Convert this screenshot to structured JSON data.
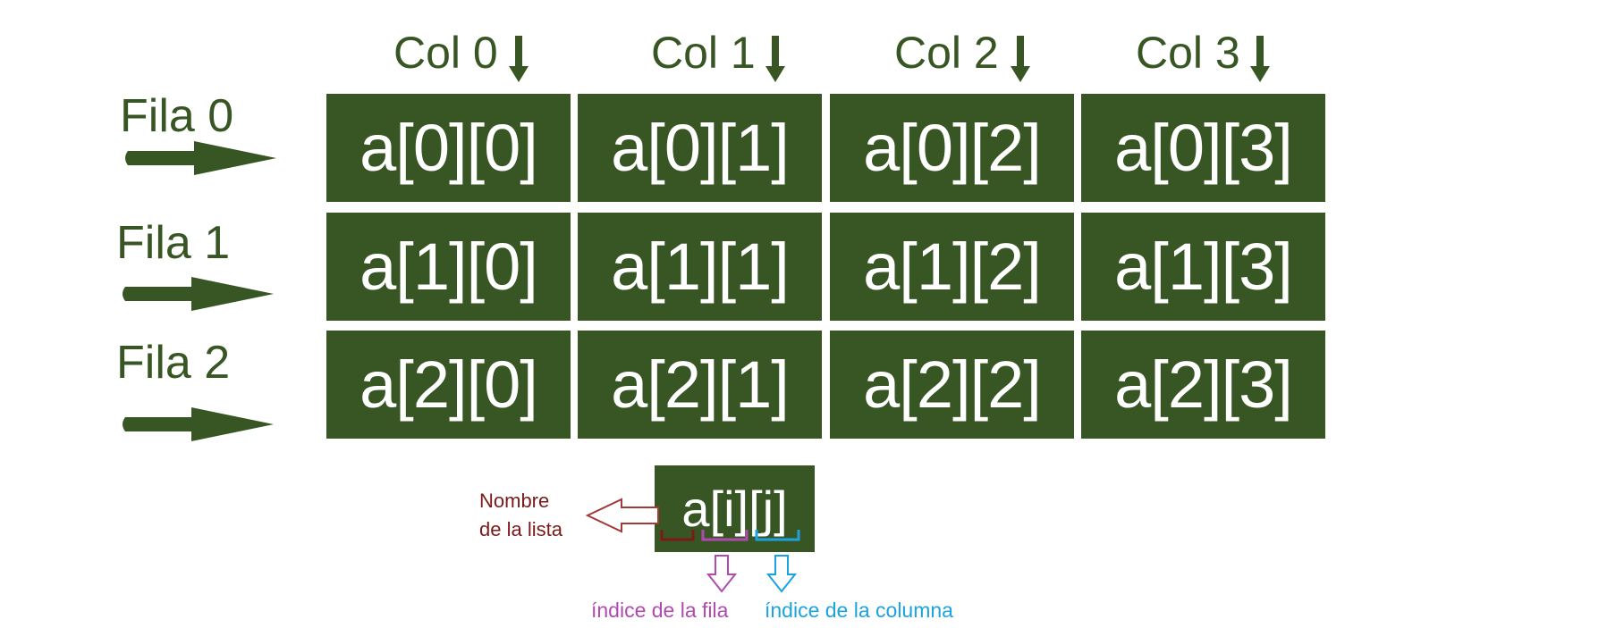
{
  "columns": [
    "Col 0",
    "Col 1",
    "Col 2",
    "Col 3"
  ],
  "rows": [
    "Fila 0",
    "Fila 1",
    "Fila 2"
  ],
  "cells": [
    [
      "a[0][0]",
      "a[0][1]",
      "a[0][2]",
      "a[0][3]"
    ],
    [
      "a[1][0]",
      "a[1][1]",
      "a[1][2]",
      "a[1][3]"
    ],
    [
      "a[2][0]",
      "a[2][1]",
      "a[2][2]",
      "a[2][3]"
    ]
  ],
  "example": {
    "expression": "a[i][j]",
    "name_label": [
      "Nombre",
      "de la lista"
    ],
    "row_index_label": "índice de la fila",
    "col_index_label": "índice de la columna"
  },
  "colors": {
    "cell_fill": "#375623",
    "cell_text": "#ffffff",
    "label_green": "#375623",
    "name_red": "#7b1a1a",
    "row_index_purple": "#b04ab0",
    "col_index_blue": "#1aa3e0"
  }
}
